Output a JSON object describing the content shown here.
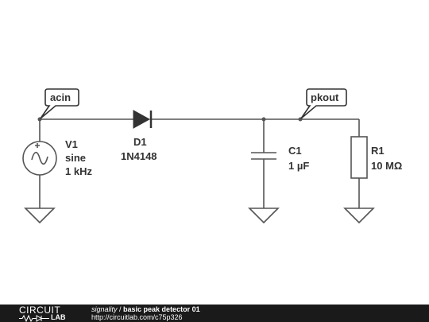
{
  "nets": {
    "input": "acin",
    "output": "pkout"
  },
  "components": {
    "v1": {
      "ref": "V1",
      "value": "sine",
      "freq": "1 kHz"
    },
    "d1": {
      "ref": "D1",
      "part": "1N4148"
    },
    "c1": {
      "ref": "C1",
      "value": "1 µF"
    },
    "r1": {
      "ref": "R1",
      "value": "10 MΩ"
    }
  },
  "footer": {
    "logo_top": "CIRCUIT",
    "logo_bottom": "LAB",
    "author": "signality",
    "separator": " / ",
    "title": "basic peak detector 01",
    "url": "http://circuitlab.com/c75p326"
  },
  "colors": {
    "wire": "#555555",
    "text": "#333333",
    "footer_bg": "#1a1a1a"
  }
}
